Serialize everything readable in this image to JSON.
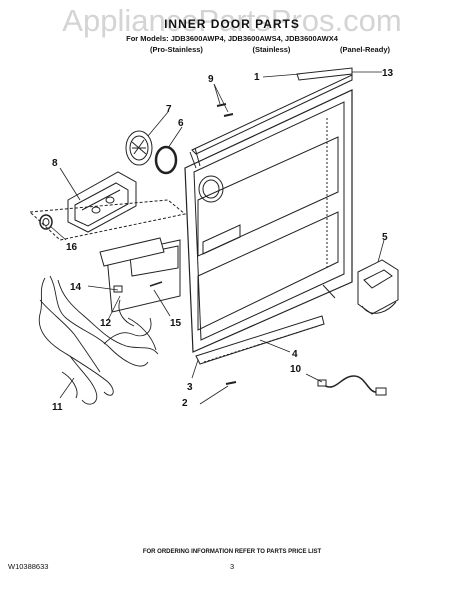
{
  "watermark": "AppliancePartsPros.com",
  "title": "INNER DOOR PARTS",
  "models_line": "For Models: JDB3600AWP4, JDB3600AWS4, JDB3600AWX4",
  "variants": [
    "(Pro-Stainless)",
    "(Stainless)",
    "(Panel-Ready)"
  ],
  "callouts": {
    "c1": "1",
    "c2": "2",
    "c3": "3",
    "c4": "4",
    "c5": "5",
    "c6": "6",
    "c7": "7",
    "c8": "8",
    "c9": "9",
    "c10": "10",
    "c11": "11",
    "c12": "12",
    "c13": "13",
    "c14": "14",
    "c15": "15",
    "c16": "16"
  },
  "footer_note": "FOR ORDERING INFORMATION REFER TO PARTS PRICE LIST",
  "doc_number": "W10388633",
  "page_number": "3",
  "colors": {
    "line": "#222222",
    "watermark": "#d4d4d4"
  }
}
